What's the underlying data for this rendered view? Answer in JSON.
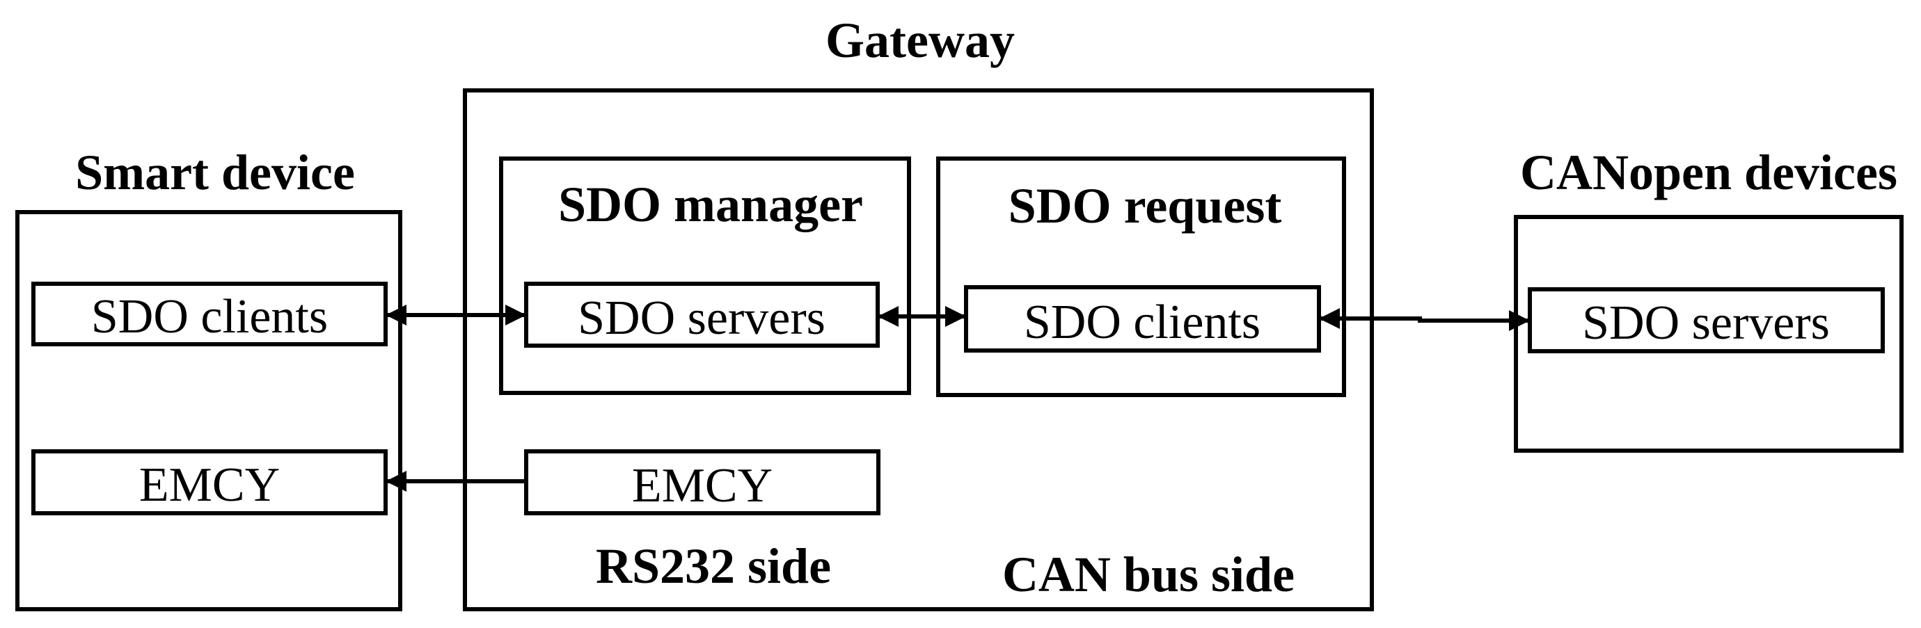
{
  "diagram": {
    "gateway": {
      "title": "Gateway",
      "rs232_side_label": "RS232 side",
      "can_bus_side_label": "CAN bus side",
      "sdo_manager": {
        "title": "SDO manager",
        "servers_label": "SDO servers"
      },
      "sdo_request": {
        "title": "SDO request",
        "clients_label": "SDO clients"
      },
      "emcy_label": "EMCY"
    },
    "smart_device": {
      "title": "Smart device",
      "clients_label": "SDO clients",
      "emcy_label": "EMCY"
    },
    "canopen_devices": {
      "title": "CANopen devices",
      "servers_label": "SDO servers"
    },
    "colors": {
      "stroke": "#000000",
      "background": "#ffffff"
    }
  }
}
